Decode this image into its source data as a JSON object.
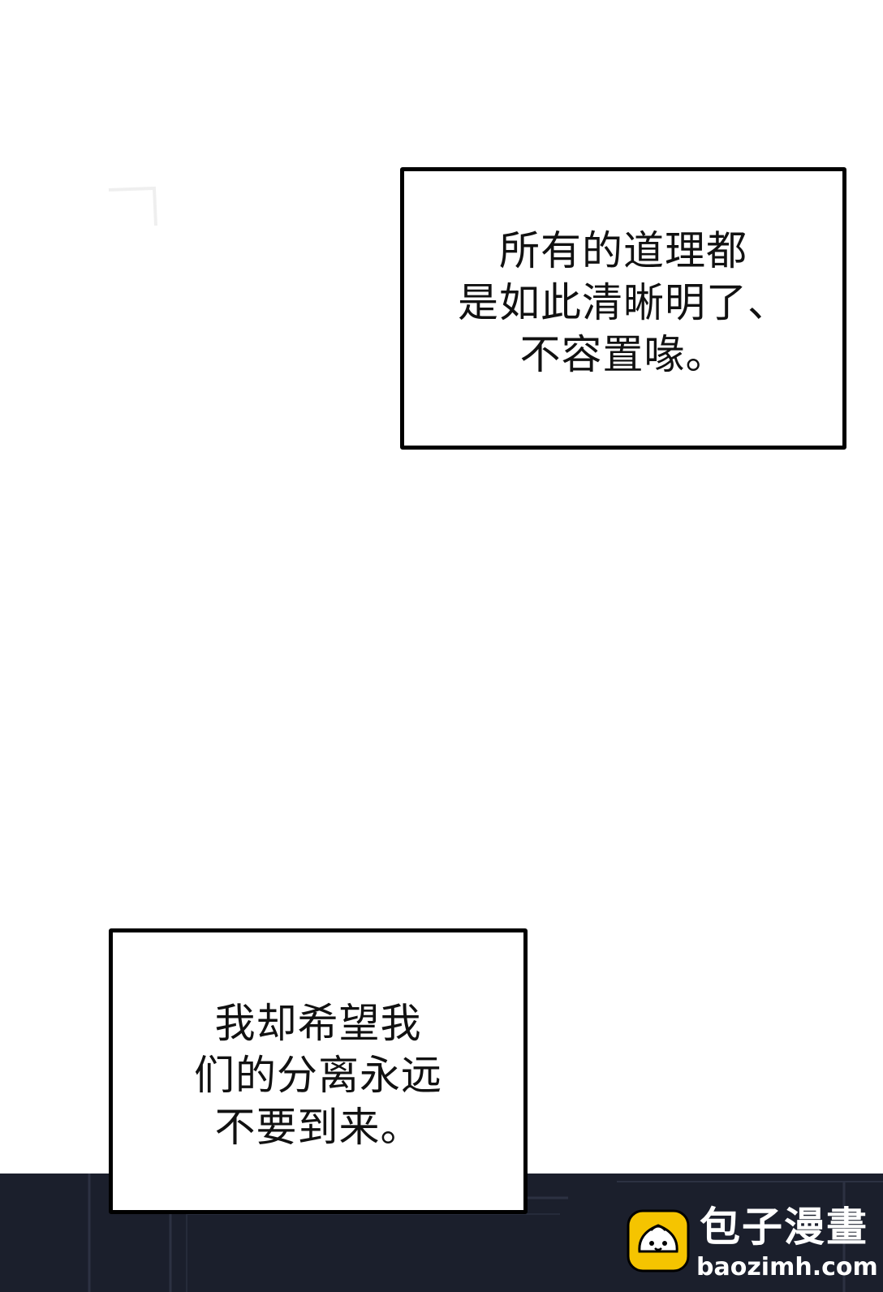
{
  "captions": {
    "top": {
      "lines": [
        "所有的道理都",
        "是如此清晰明了、",
        "不容置喙。"
      ]
    },
    "bottom": {
      "lines": [
        "我却希望我",
        "们的分离永远",
        "不要到来。"
      ]
    }
  },
  "watermark": {
    "name": "包子漫畫",
    "url": "baozimh.com",
    "icon": "bun-mascot-icon",
    "logo_color": "#f5c400"
  },
  "colors": {
    "background": "#ffffff",
    "box_border": "#000000",
    "dark_scene": "#1b1f2c"
  }
}
